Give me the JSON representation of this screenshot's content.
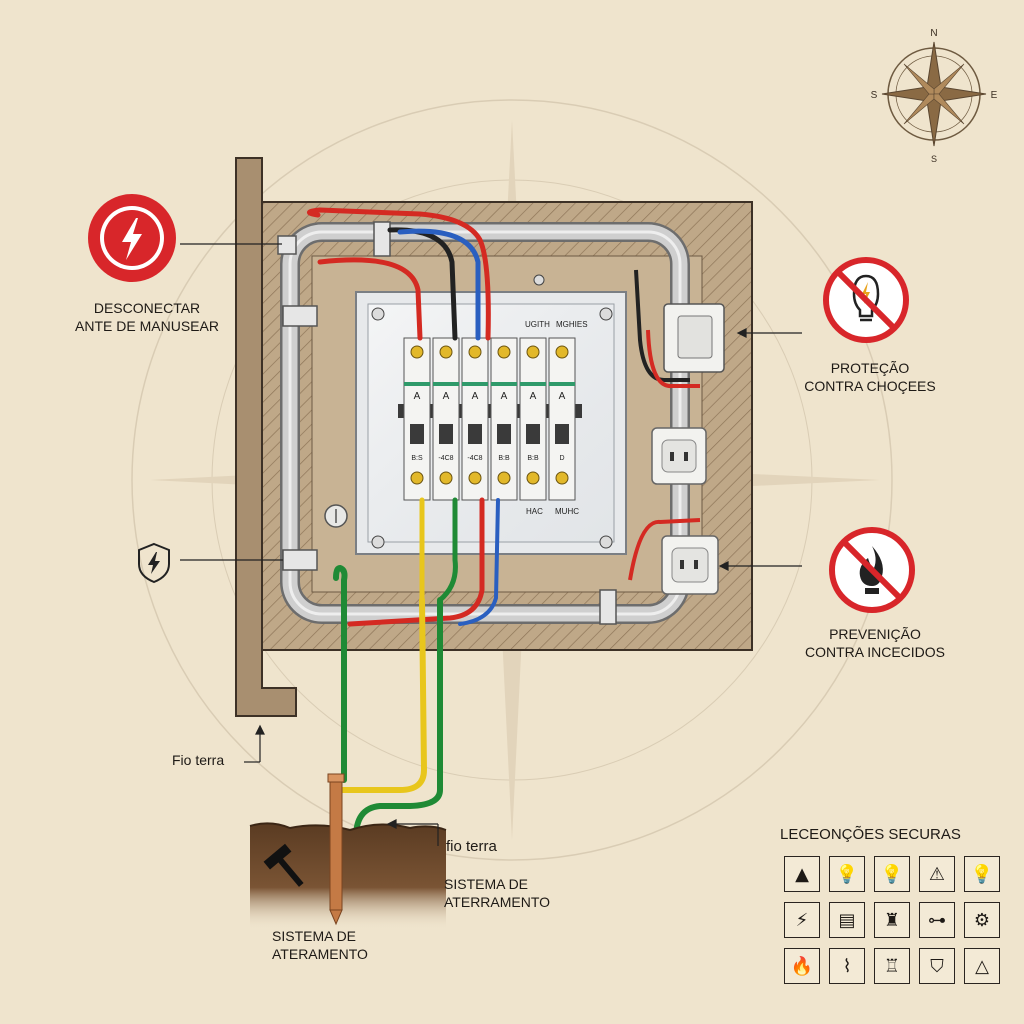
{
  "labels": {
    "disconnect": [
      "DESCONECTAR",
      "ANTE DE MANUSEAR"
    ],
    "protection": [
      "PROTEÇÃO",
      "CONTRA CHOÇEES"
    ],
    "fire": [
      "PREVENIÇÃO",
      "CONTRA INCECIDOS"
    ],
    "fio_terra_left": "Fio terra",
    "fio_terra_right": "fio terra",
    "grounding_right": [
      "SISTEMA DE",
      "ATERRAMENTO"
    ],
    "grounding_bottom": [
      "SISTEMA DE",
      "ATERAMENTO"
    ]
  },
  "panel": {
    "tag_top_left": "UGITH",
    "tag_top_right": "MGHIES",
    "tag_bottom_left": "HAC",
    "tag_bottom_right": "MUHC",
    "breakers": [
      {
        "top": "A",
        "bottom": "B:S"
      },
      {
        "top": "A",
        "bottom": "-4C8"
      },
      {
        "top": "A",
        "bottom": "-4C8"
      },
      {
        "top": "A",
        "bottom": "B:B"
      },
      {
        "top": "A",
        "bottom": "B:B"
      },
      {
        "top": "A",
        "bottom": "D"
      }
    ]
  },
  "compass": {
    "n": "N",
    "s": "S",
    "e": "E",
    "w": "S"
  },
  "legend": {
    "title": "LECEONÇÕES SECURAS",
    "icons": [
      {
        "name": "warning-triangle-icon",
        "glyph": "▲"
      },
      {
        "name": "bulb-icon",
        "glyph": "💡"
      },
      {
        "name": "bulb-icon",
        "glyph": "💡"
      },
      {
        "name": "warning-sign-icon",
        "glyph": "⚠"
      },
      {
        "name": "bulb-icon",
        "glyph": "💡"
      },
      {
        "name": "lightning-icon",
        "glyph": "⚡"
      },
      {
        "name": "panel-icon",
        "glyph": "▤"
      },
      {
        "name": "hydrant-icon",
        "glyph": "♜"
      },
      {
        "name": "connector-icon",
        "glyph": "⊶"
      },
      {
        "name": "equipment-icon",
        "glyph": "⚙"
      },
      {
        "name": "fire-icon",
        "glyph": "🔥"
      },
      {
        "name": "cable-icon",
        "glyph": "⌇"
      },
      {
        "name": "terminal-icon",
        "glyph": "♖"
      },
      {
        "name": "shield-icon",
        "glyph": "⛉"
      },
      {
        "name": "hazard-icon",
        "glyph": "△"
      }
    ]
  },
  "colors": {
    "paper": "#efe4cd",
    "wall": "#b49e82",
    "conduit": "#c9c9c9",
    "wire_red": "#d42a22",
    "wire_black": "#222222",
    "wire_blue": "#2a5fc0",
    "wire_yellow": "#e8c61c",
    "wire_green": "#1f8a35",
    "copper": "#c47a45",
    "soil": "#6b4a2e",
    "danger": "#d8262a"
  }
}
